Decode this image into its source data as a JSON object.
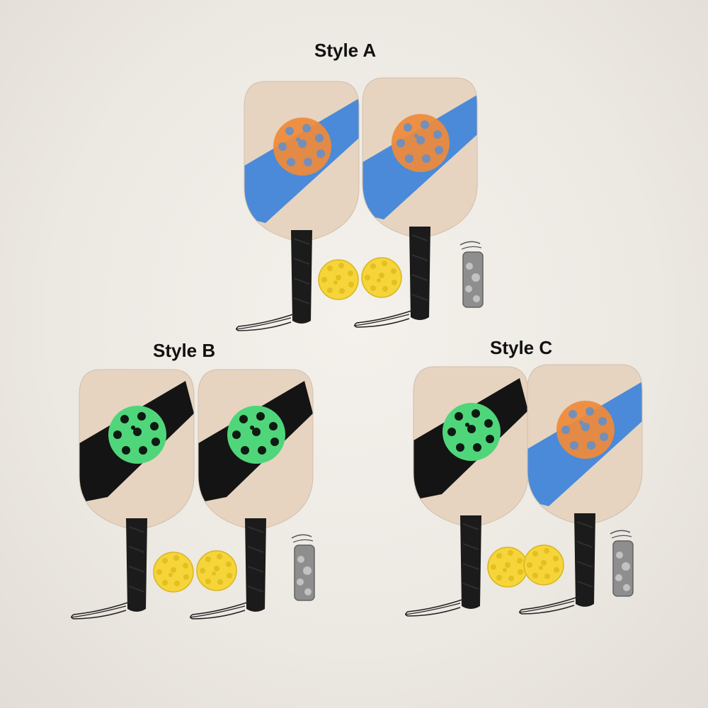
{
  "labels": {
    "style_a": "Style A",
    "style_b": "Style B",
    "style_c": "Style C"
  },
  "colors": {
    "paddle_wood": "#e6d4c1",
    "stripe_blue": "#4a8ad9",
    "stripe_black": "#141414",
    "ball_orange": "#ef8a3a",
    "ball_green": "#4fd67a",
    "ball_yellow": "#f5d53a",
    "handle": "#1b1b1b",
    "bag": "#8e8e8e"
  },
  "sets": [
    {
      "name": "Style A",
      "paddles": [
        "blue-stripe-orange-ball",
        "blue-stripe-orange-ball"
      ],
      "spare_balls": 2,
      "bag": true
    },
    {
      "name": "Style B",
      "paddles": [
        "black-stripe-green-ball",
        "black-stripe-green-ball"
      ],
      "spare_balls": 2,
      "bag": true
    },
    {
      "name": "Style C",
      "paddles": [
        "black-stripe-green-ball",
        "blue-stripe-orange-ball"
      ],
      "spare_balls": 2,
      "bag": true
    }
  ]
}
